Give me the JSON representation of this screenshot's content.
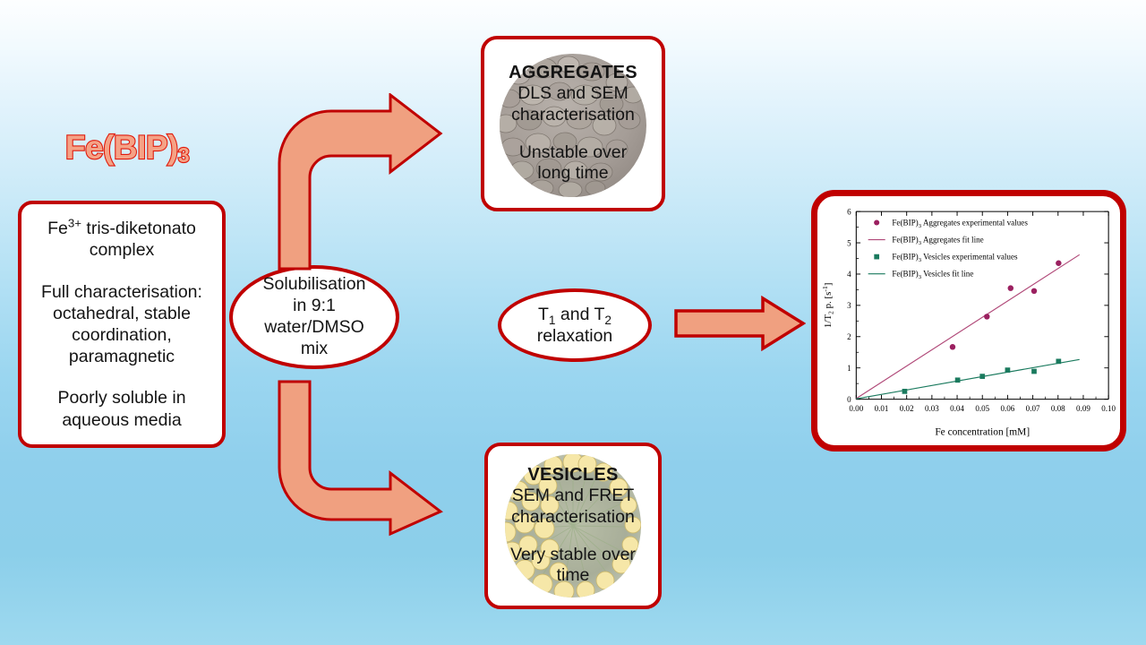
{
  "title": {
    "main": "Fe(BIP)",
    "sub": "3"
  },
  "colors": {
    "accent_red": "#C00000",
    "arrow_fill": "#F0A080",
    "arrow_stroke": "#C00000",
    "title_fill": "#F5A286",
    "title_stroke": "#E01B0C",
    "aggregates_series": "#9B2060",
    "vesicles_series": "#1A7A5E",
    "background_top": "#FDFEFF",
    "background_bottom": "#8CCFEA"
  },
  "properties_box": {
    "line1": "Fe3+ tris-diketonato",
    "line1_prefix": "Fe",
    "line1_sup": "3+",
    "line1_rest": " tris-diketonato",
    "line2": "complex",
    "line3": "Full characterisation:",
    "line4": "octahedral, stable",
    "line5": "coordination,",
    "line6": "paramagnetic",
    "line7": "Poorly soluble in",
    "line8": "aqueous media"
  },
  "solubilisation_node": {
    "line1": "Solubilisation",
    "line2": "in 9:1",
    "line3": "water/DMSO",
    "line4": "mix"
  },
  "relaxation_node": {
    "prefix": "T",
    "sub1": "1",
    "middle": " and T",
    "sub2": "2",
    "line2": "relaxation"
  },
  "aggregates_box": {
    "title": "AGGREGATES",
    "line1": "DLS and SEM",
    "line2": "characterisation",
    "line3": "Unstable over",
    "line4": "long time",
    "image_name": "aggregate-particles-micrograph"
  },
  "vesicles_box": {
    "title": "VESICLES",
    "line1": "SEM and FRET",
    "line2": "characterisation",
    "line3": "Very stable over",
    "line4": "time",
    "image_name": "vesicle-cross-section-micrograph"
  },
  "arrows": {
    "top": "curved-arrow-up-right",
    "bottom": "curved-arrow-down-right",
    "right": "straight-arrow-right"
  },
  "chart_data": {
    "type": "scatter",
    "title": "",
    "xlabel": "Fe concentration [mM]",
    "ylabel": "1/T2 p. [s-1]",
    "ylabel_parts": {
      "pre": "1/T",
      "sub": "2",
      "mid": " p. [s",
      "sup": "-1",
      "post": "]"
    },
    "xlim": [
      0.0,
      0.1
    ],
    "ylim": [
      0,
      6
    ],
    "xticks": [
      "0.00",
      "0.01",
      "0.02",
      "0.03",
      "0.04",
      "0.05",
      "0.06",
      "0.07",
      "0.08",
      "0.09",
      "0.10"
    ],
    "xtick_values": [
      0.0,
      0.01,
      0.02,
      0.03,
      0.04,
      0.05,
      0.06,
      0.07,
      0.08,
      0.09,
      0.1
    ],
    "yticks": [
      "0",
      "1",
      "2",
      "3",
      "4",
      "5",
      "6"
    ],
    "ytick_values": [
      0,
      1,
      2,
      3,
      4,
      5,
      6
    ],
    "grid": false,
    "legend_position": "upper-left",
    "legend": [
      {
        "label": "Fe(BIP)3 Aggregates experimental values",
        "pre": "Fe(BIP)",
        "sub": "3",
        "post": " Aggregates experimental values",
        "marker": "circle",
        "color": "#9B2060"
      },
      {
        "label": "Fe(BIP)3 Aggregates fit line",
        "pre": "Fe(BIP)",
        "sub": "3",
        "post": " Aggregates fit line",
        "marker": "line",
        "color": "#B04878"
      },
      {
        "label": "Fe(BIP)3 Vesicles experimental values",
        "pre": "Fe(BIP)",
        "sub": "3",
        "post": " Vesicles experimental values",
        "marker": "square",
        "color": "#1A7A5E"
      },
      {
        "label": "Fe(BIP)3 Vesicles fit line",
        "pre": "Fe(BIP)",
        "sub": "3",
        "post": " Vesicles fit line",
        "marker": "line",
        "color": "#1A7A5E"
      }
    ],
    "series": [
      {
        "name": "Fe(BIP)3 Aggregates experimental values",
        "marker": "circle",
        "color": "#9B2060",
        "points": [
          {
            "x": 0.0382,
            "y": 1.67
          },
          {
            "x": 0.0518,
            "y": 2.64
          },
          {
            "x": 0.0612,
            "y": 3.55
          },
          {
            "x": 0.0705,
            "y": 3.46
          },
          {
            "x": 0.0802,
            "y": 4.35
          }
        ]
      },
      {
        "name": "Fe(BIP)3 Vesicles experimental values",
        "marker": "square",
        "color": "#1A7A5E",
        "points": [
          {
            "x": 0.0192,
            "y": 0.25
          },
          {
            "x": 0.0402,
            "y": 0.61
          },
          {
            "x": 0.05,
            "y": 0.73
          },
          {
            "x": 0.06,
            "y": 0.93
          },
          {
            "x": 0.0705,
            "y": 0.89
          },
          {
            "x": 0.0802,
            "y": 1.21
          }
        ]
      }
    ],
    "fits": [
      {
        "name": "Fe(BIP)3 Aggregates fit line",
        "color": "#B04878",
        "x0": 0.0,
        "y0": 0.02,
        "x1": 0.0885,
        "y1": 4.62,
        "slope": 52.2
      },
      {
        "name": "Fe(BIP)3 Vesicles fit line",
        "color": "#1A7A5E",
        "x0": 0.0,
        "y0": 0.01,
        "x1": 0.0885,
        "y1": 1.27,
        "slope": 14.2
      }
    ]
  }
}
